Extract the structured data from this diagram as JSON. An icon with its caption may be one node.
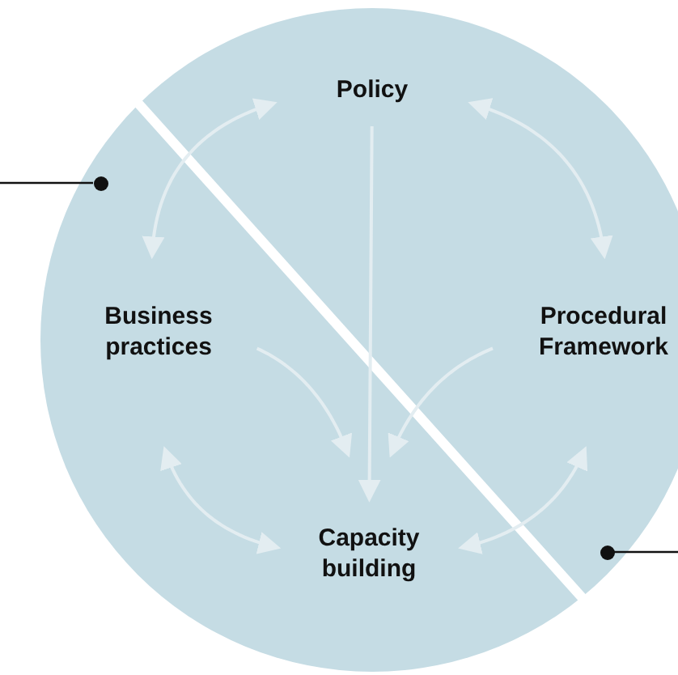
{
  "diagram": {
    "nodes": [
      {
        "text": [],
        "shape": "circle"
      },
      {
        "text": [
          "Policy"
        ],
        "in": 0
      },
      {
        "text": [
          "Business practices"
        ],
        "in": 0
      },
      {
        "text": [
          "Procedural Framework"
        ],
        "in": 0
      },
      {
        "text": [
          "Capacity building"
        ],
        "in": 0
      },
      {
        "text": [],
        "shape": "circle",
        "in": 0
      },
      {
        "text": [],
        "shape": "circle",
        "in": 0
      }
    ],
    "edges": [
      {
        "from": 1,
        "to": 2,
        "arrow": "both"
      },
      {
        "from": 1,
        "to": 3,
        "arrow": "both"
      },
      {
        "from": 1,
        "to": 4,
        "arrow": "to"
      },
      {
        "from": 2,
        "to": 4,
        "arrow": "to"
      },
      {
        "from": 3,
        "to": 4,
        "arrow": "to"
      },
      {
        "from": 2,
        "to": 4,
        "arrow": "both"
      },
      {
        "from": 3,
        "to": 4,
        "arrow": "both"
      },
      {
        "from": null,
        "to": 5,
        "arrow": "none",
        "color": "#111111"
      },
      {
        "from": null,
        "to": 6,
        "arrow": "none",
        "color": "#111111"
      }
    ]
  }
}
